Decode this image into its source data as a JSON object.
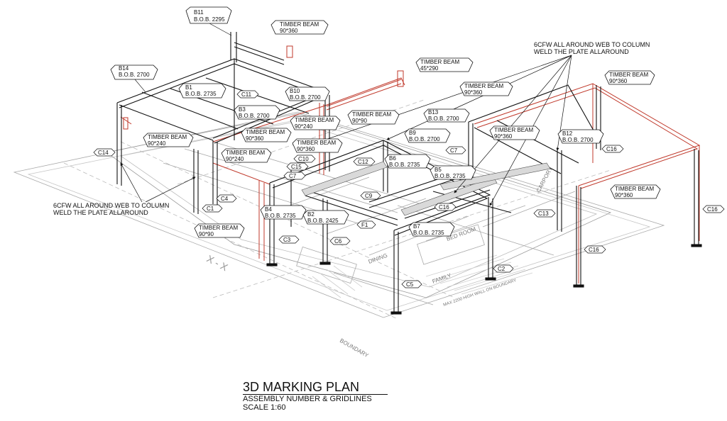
{
  "title": {
    "main": "3D MARKING PLAN",
    "line1": "ASSEMBLY NUMBER & GRIDLINES",
    "line2": "SCALE   1:60"
  },
  "notes": {
    "weld_left_1": "6CFW ALL AROUND WEB TO COLUMN",
    "weld_left_2": "WELD THE PLATE ALLAROUND",
    "weld_right_1": "6CFW ALL AROUND WEB TO COLUMN",
    "weld_right_2": "WELD THE PLATE ALLAROUND"
  },
  "beams": [
    {
      "id": "B11",
      "bob": "B.O.B. 2295"
    },
    {
      "id": "B14",
      "bob": "B.O.B. 2700"
    },
    {
      "id": "B1",
      "bob": "B.O.B. 2735"
    },
    {
      "id": "B10",
      "bob": "B.O.B. 2700"
    },
    {
      "id": "B3",
      "bob": "B.O.B. 2700"
    },
    {
      "id": "B13",
      "bob": "B.O.B. 2700"
    },
    {
      "id": "B9",
      "bob": "B.O.B. 2700"
    },
    {
      "id": "B12",
      "bob": "B.O.B. 2700"
    },
    {
      "id": "B6",
      "bob": "B.O.B. 2735"
    },
    {
      "id": "B5",
      "bob": "B.O.B. 2735"
    },
    {
      "id": "B4",
      "bob": "B.O.B. 2735"
    },
    {
      "id": "B2",
      "bob": "B.O.B. 2425"
    },
    {
      "id": "B7",
      "bob": "B.O.B. 2735"
    }
  ],
  "timber": [
    {
      "label": "TIMBER BEAM",
      "size": "90*360"
    },
    {
      "label": "TIMBER BEAM",
      "size": "45*290"
    },
    {
      "label": "TIMBER BEAM",
      "size": "90*360"
    },
    {
      "label": "TIMBER BEAM",
      "size": "90*360"
    },
    {
      "label": "TIMBER BEAM",
      "size": "90*90"
    },
    {
      "label": "TIMBER BEAM",
      "size": "90*240"
    },
    {
      "label": "TIMBER BEAM",
      "size": "90*360"
    },
    {
      "label": "TIMBER BEAM",
      "size": "90*240"
    },
    {
      "label": "TIMBER BEAM",
      "size": "90*360"
    },
    {
      "label": "TIMBER BEAM",
      "size": "90*240"
    },
    {
      "label": "TIMBER BEAM",
      "size": "90*360"
    },
    {
      "label": "TIMBER BEAM",
      "size": "90*360"
    },
    {
      "label": "TIMBER BEAM",
      "size": "90*90"
    }
  ],
  "grid_tags": [
    "C11",
    "C14",
    "C10",
    "C15",
    "C12",
    "C7",
    "C4",
    "C1",
    "C9",
    "C16",
    "C13",
    "C3",
    "F1",
    "C6",
    "C7",
    "C16",
    "C16",
    "C16",
    "C2",
    "C5"
  ],
  "plan_text": [
    "CARPORT",
    "BED ROOM",
    "DINING",
    "FAMILY",
    "BOUNDARY",
    "MAX 2200 HIGH WALL ON BOUNDARY",
    "X - X"
  ]
}
